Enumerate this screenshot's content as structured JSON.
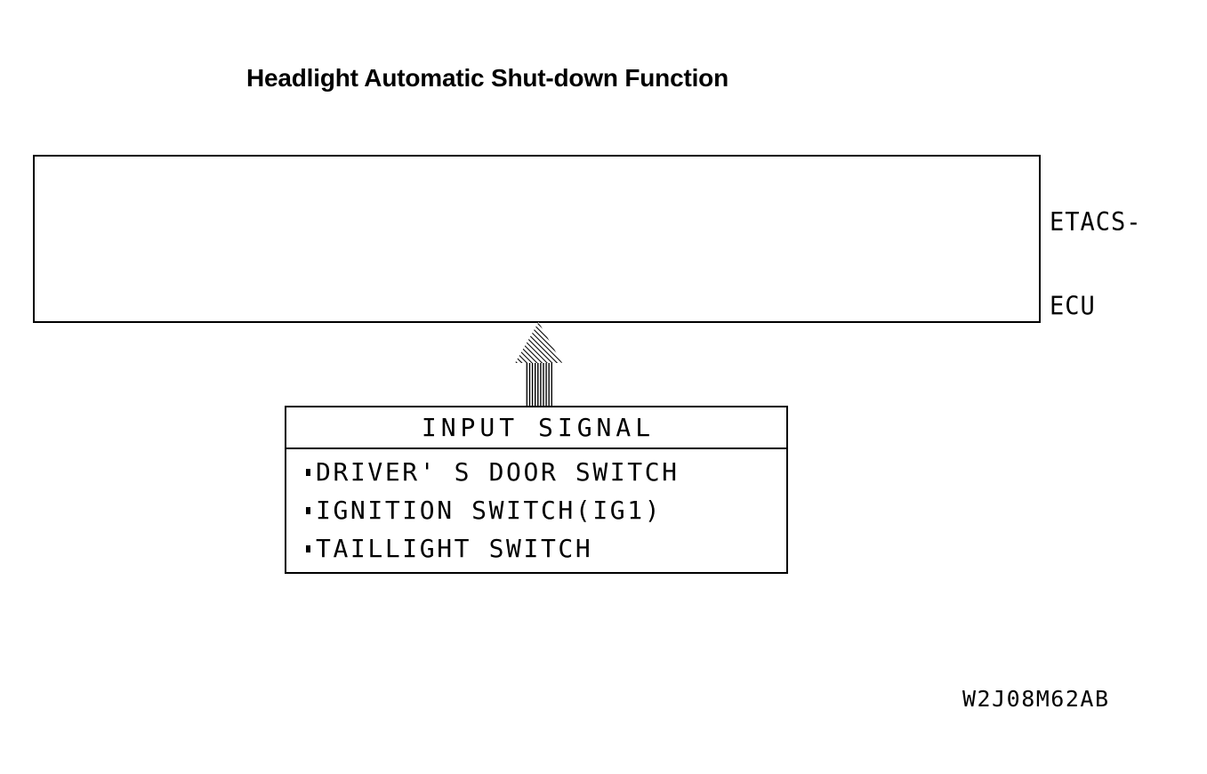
{
  "diagram": {
    "title": "Headlight Automatic Shut-down Function",
    "drawing_code": "W2J08M62AB"
  },
  "ecu": {
    "label_line1": "ETACS-",
    "label_line2": "ECU"
  },
  "arrow": {
    "name": "upward-hatched-arrow",
    "direction": "up"
  },
  "input_signal": {
    "header": "INPUT SIGNAL",
    "items": [
      {
        "label": "DRIVER' S DOOR SWITCH"
      },
      {
        "label": "IGNITION SWITCH(IG1)"
      },
      {
        "label": "TAILLIGHT SWITCH"
      }
    ]
  },
  "colors": {
    "line": "#000000",
    "background": "#ffffff"
  }
}
